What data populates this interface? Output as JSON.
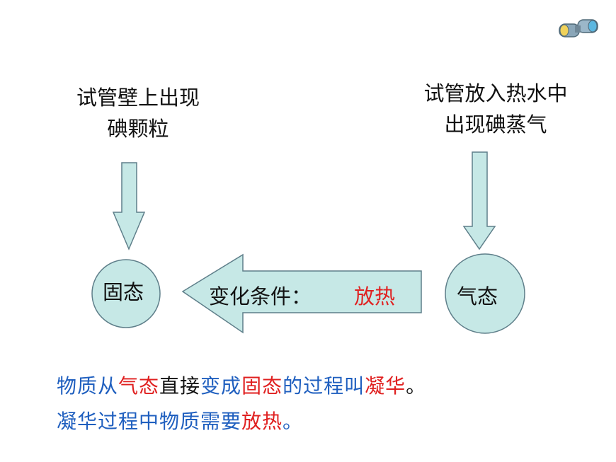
{
  "colors": {
    "shape_fill": "#c6e8e6",
    "shape_stroke": "#5f7f8a",
    "blue_text": "#1f5fbf",
    "red_text": "#e02020",
    "black_text": "#111111"
  },
  "icon": "binoculars-icon",
  "left_observation": {
    "line1": "试管壁上出现",
    "line2": "碘颗粒"
  },
  "right_observation": {
    "line1": "试管放入热水中",
    "line2": "出现碘蒸气"
  },
  "states": {
    "solid": "固态",
    "gas": "气态"
  },
  "condition": {
    "label": "变化条件：",
    "value": "放热"
  },
  "summary": {
    "line1": {
      "p1": "物质从",
      "p2": "气态",
      "p3": "直接",
      "p4": "变成",
      "p5": "固态",
      "p6": "的过程叫",
      "p7": "凝华",
      "p8": "。"
    },
    "line2": {
      "p1": "凝华过程中物质需要",
      "p2": "放热",
      "p3": "。"
    }
  }
}
